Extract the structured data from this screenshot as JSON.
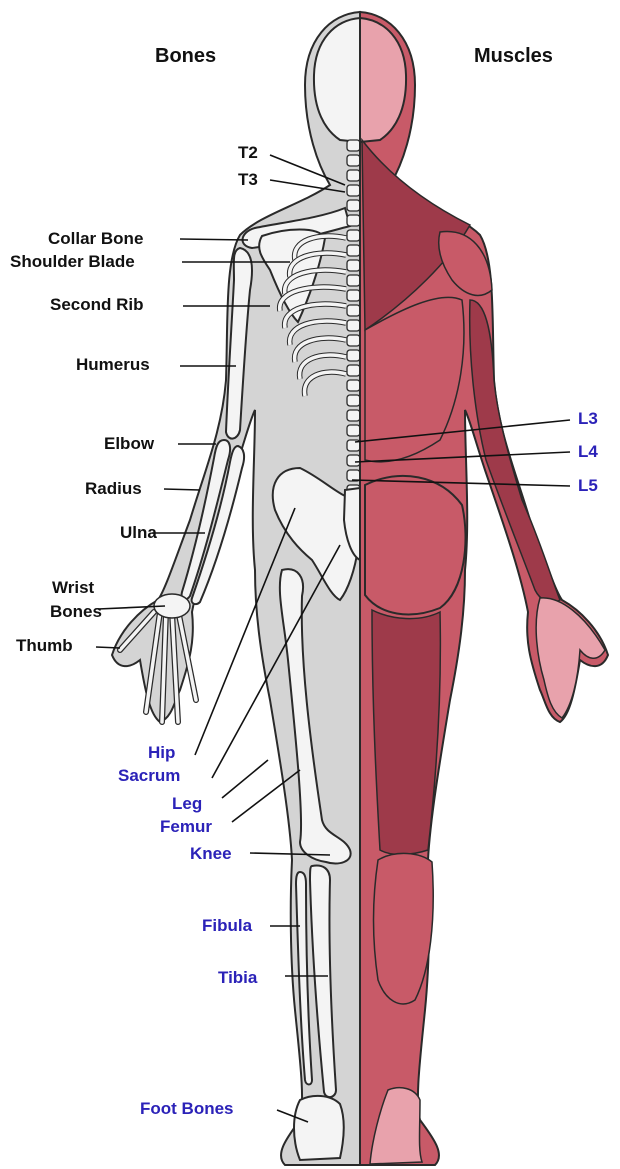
{
  "headings": {
    "bones": "Bones",
    "muscles": "Muscles"
  },
  "colors": {
    "skin_bone_side": "#d4d4d4",
    "bone": "#f4f4f4",
    "outline": "#2a2a2a",
    "muscle": "#c85a68",
    "muscle_dark": "#9e3a4a",
    "muscle_light": "#e8a2ac",
    "label_black": "#111111",
    "label_blue": "#2b22b8"
  },
  "labels": {
    "t2": "T2",
    "t3": "T3",
    "collar_bone": "Collar Bone",
    "shoulder_blade": "Shoulder Blade",
    "second_rib": "Second Rib",
    "humerus": "Humerus",
    "elbow": "Elbow",
    "radius": "Radius",
    "ulna": "Ulna",
    "wrist": "Wrist",
    "bones": "Bones",
    "thumb": "Thumb",
    "hip": "Hip",
    "sacrum": "Sacrum",
    "leg": "Leg",
    "femur": "Femur",
    "knee": "Knee",
    "fibula": "Fibula",
    "tibia": "Tibia",
    "foot_bones": "Foot Bones",
    "l3": "L3",
    "l4": "L4",
    "l5": "L5"
  }
}
